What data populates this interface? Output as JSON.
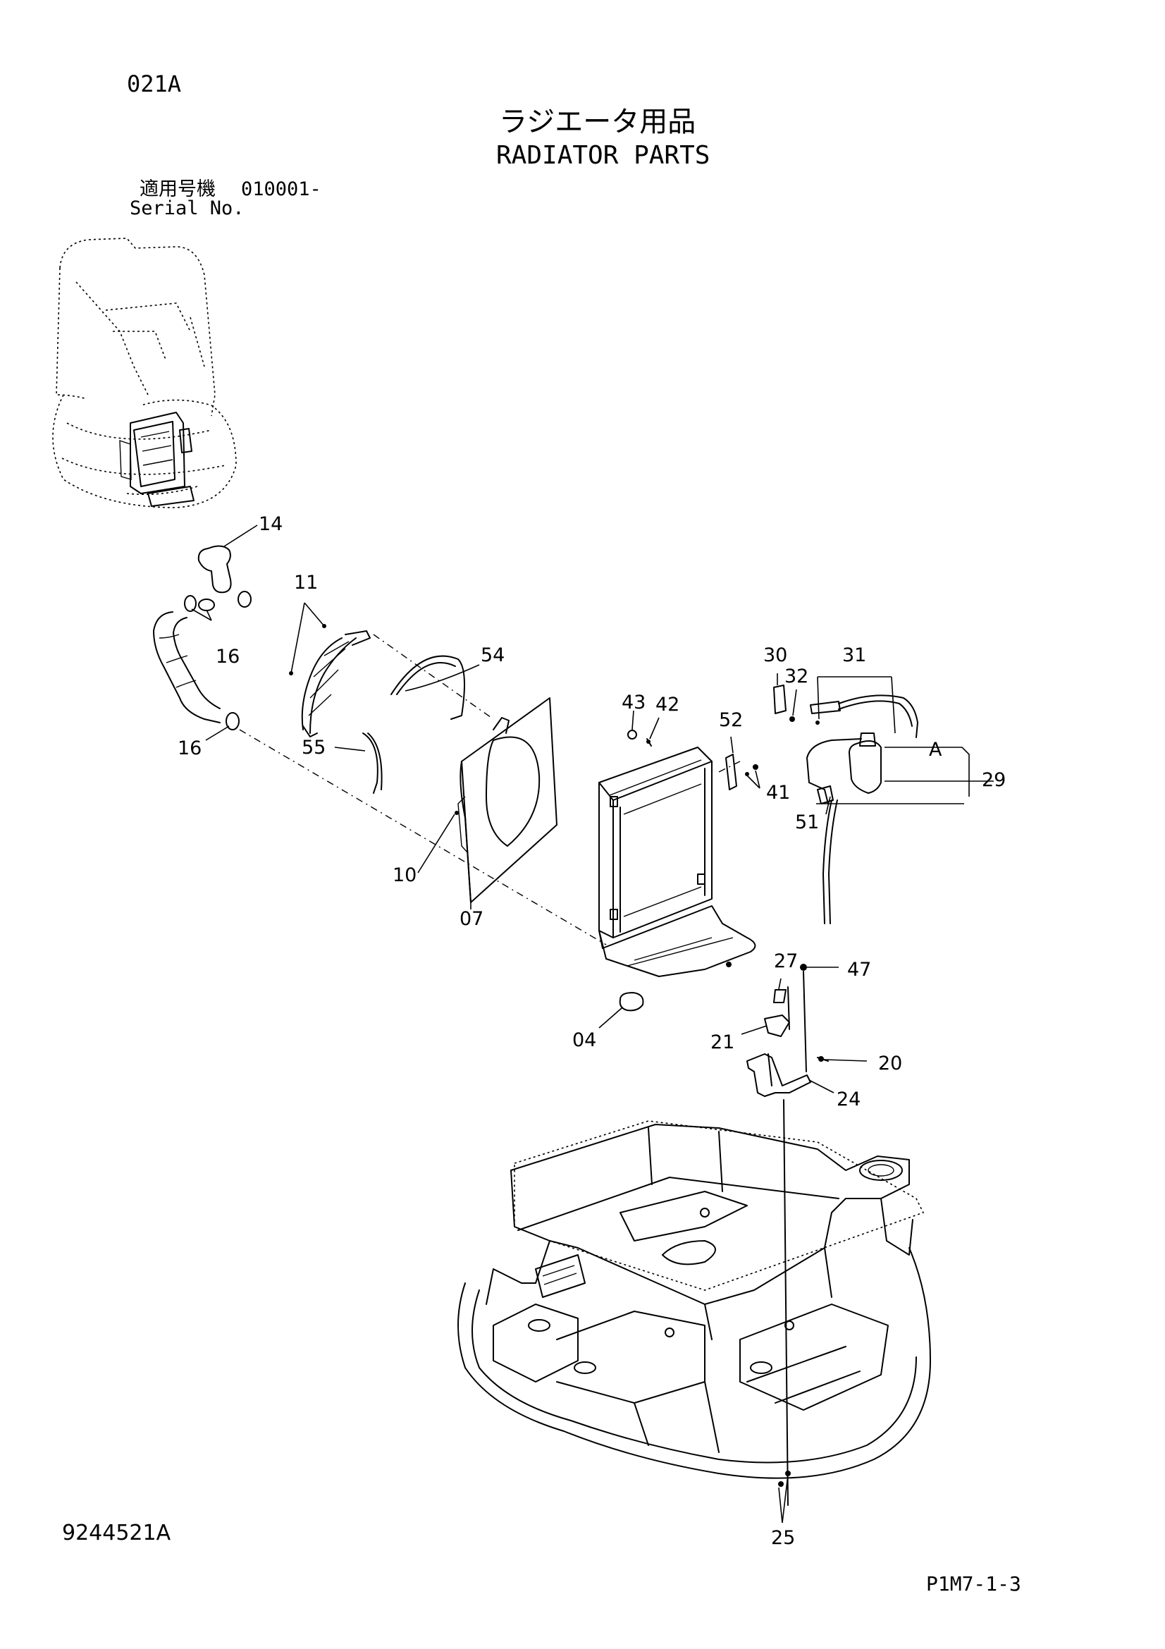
{
  "page_code": "021A",
  "title_jp": "ラジエータ用品",
  "title_en": "RADIATOR PARTS",
  "serial_label_jp": "適用号機",
  "serial_value": "010001-",
  "serial_label_en": "Serial No.",
  "drawing_number": "9244521A",
  "page_ref": "P1M7-1-3",
  "callouts": {
    "c14": "14",
    "c11": "11",
    "c16a": "16",
    "c16b": "16",
    "c54": "54",
    "c55": "55",
    "c10": "10",
    "c07": "07",
    "c43": "43",
    "c42": "42",
    "c52": "52",
    "c41": "41",
    "c30": "30",
    "c32": "32",
    "c31": "31",
    "cA": "A",
    "c29": "29",
    "c51": "51",
    "c27": "27",
    "c47": "47",
    "c04": "04",
    "c21": "21",
    "c20": "20",
    "c24": "24",
    "c25": "25"
  }
}
